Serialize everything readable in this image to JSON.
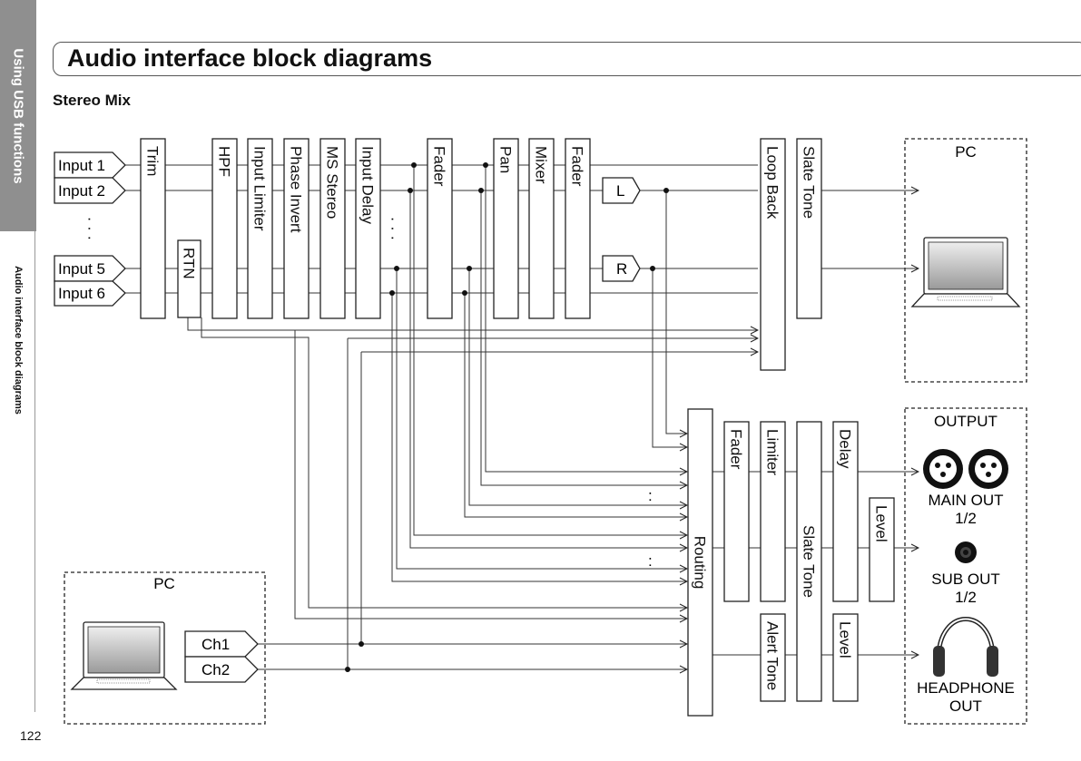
{
  "sidebar": {
    "section": "Using USB functions",
    "subsection": "Audio interface block diagrams"
  },
  "page_number": "122",
  "header": {
    "title": "Audio interface block diagrams",
    "subtitle": "Stereo Mix"
  },
  "inputs": [
    "Input 1",
    "Input 2",
    "Input 5",
    "Input 6"
  ],
  "inputs_gap": "· · ·",
  "pc_channels": [
    "Ch1",
    "Ch2"
  ],
  "processing_blocks": {
    "trim": "Trim",
    "rtn": "RTN",
    "hpf": "HPF",
    "input_limiter": "Input Limiter",
    "phase_invert": "Phase Invert",
    "ms_stereo": "MS Stereo",
    "input_delay": "Input Delay",
    "fader1": "Fader",
    "pan": "Pan",
    "mixer": "Mixer",
    "fader2": "Fader",
    "loop_back": "Loop Back",
    "slate_tone_pc": "Slate Tone",
    "routing": "Routing",
    "fader_out": "Fader",
    "limiter": "Limiter",
    "slate_tone_out": "Slate Tone",
    "delay": "Delay",
    "level_sub": "Level",
    "alert_tone": "Alert Tone",
    "level_hp": "Level"
  },
  "bus_labels": {
    "left": "L",
    "right": "R"
  },
  "channel_ellipsis": "· · ·",
  "routing_ellipsis": ":",
  "pc_box_label": "PC",
  "pc_box_label_bottom": "PC",
  "output_box": {
    "title": "OUTPUT",
    "main_out": "MAIN OUT\n1/2",
    "sub_out": "SUB OUT\n1/2",
    "headphone_out": "HEADPHONE\nOUT"
  },
  "icons": [
    "laptop-icon",
    "xlr-connector-icon",
    "jack-connector-icon",
    "headphone-icon"
  ]
}
